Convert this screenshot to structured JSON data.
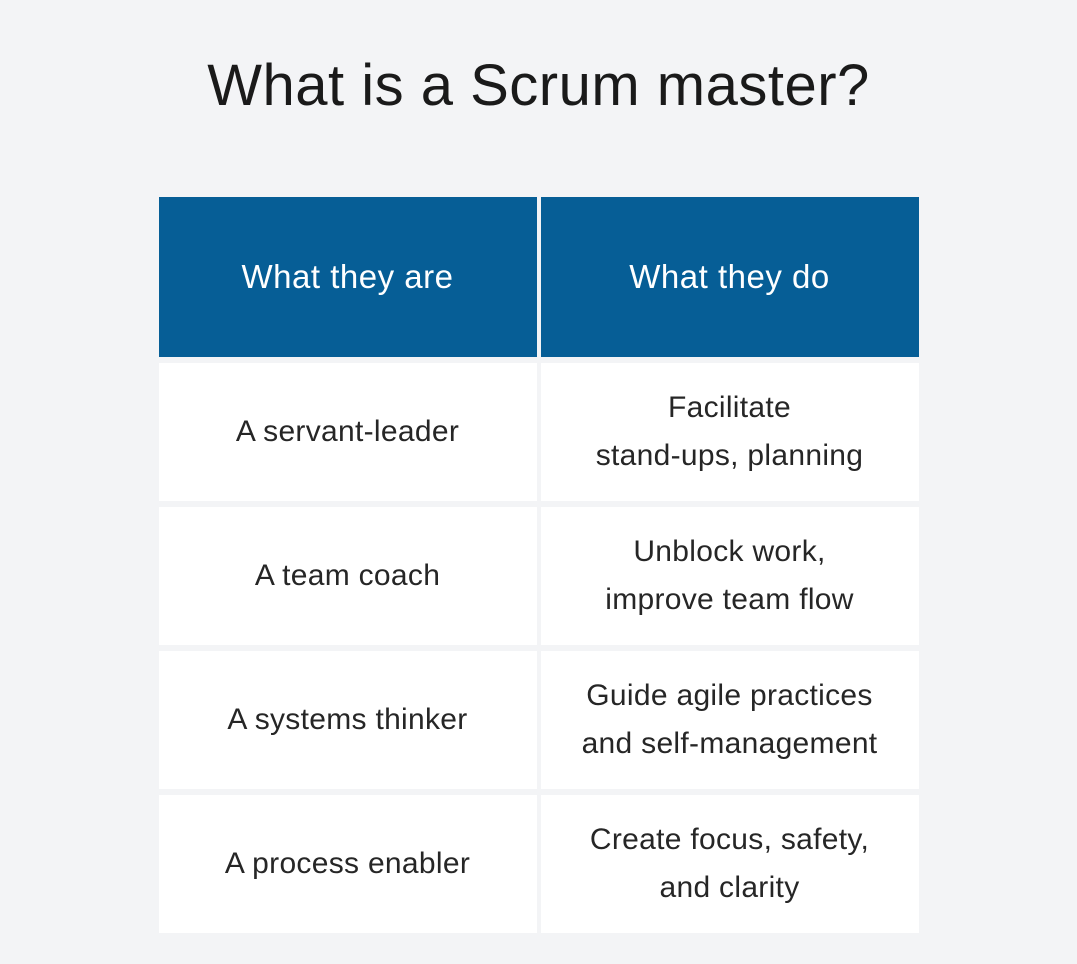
{
  "page": {
    "background_color": "#f3f4f6",
    "accent_color": "#065e96",
    "cell_background_color": "#ffffff",
    "header_text_color": "#ffffff",
    "body_text_color": "#262626"
  },
  "chart_data": {
    "type": "table",
    "title": "What is a Scrum master?",
    "columns": [
      "What they are",
      "What they do"
    ],
    "rows": [
      [
        "A servant-leader",
        "Facilitate\nstand-ups, planning"
      ],
      [
        "A team coach",
        "Unblock work,\nimprove team flow"
      ],
      [
        "A systems thinker",
        "Guide agile practices\nand self-management"
      ],
      [
        "A process enabler",
        "Create focus, safety,\nand clarity"
      ]
    ],
    "layout": {
      "header_position": "top",
      "grid": "gapped-cells",
      "title_position": "above-table-centered"
    }
  }
}
